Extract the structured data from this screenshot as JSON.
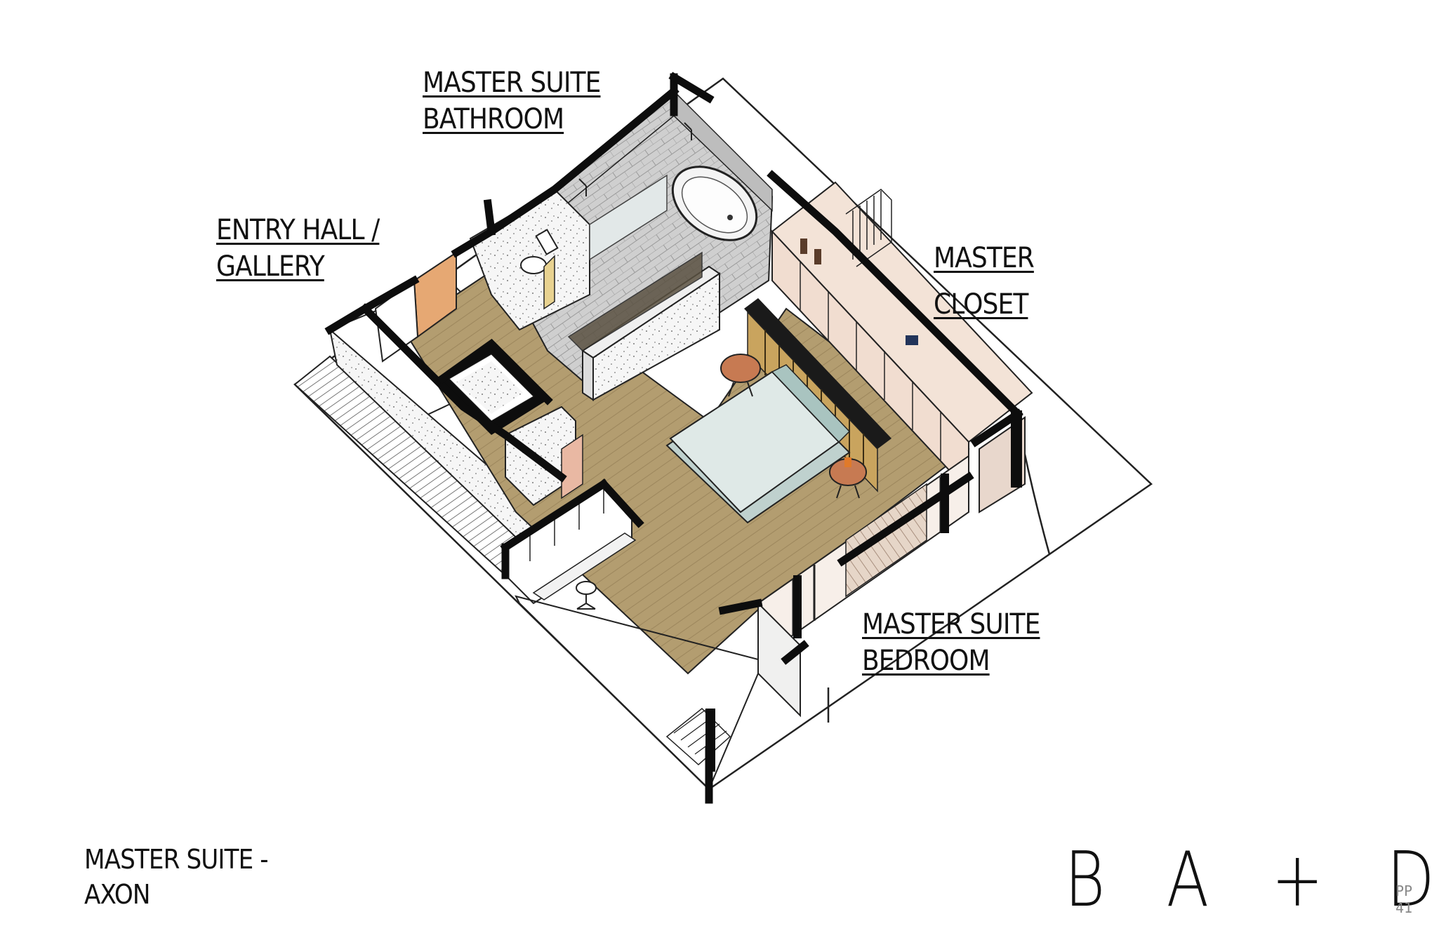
{
  "labels": {
    "bathroom": [
      "MASTER SUITE",
      "BATHROOM"
    ],
    "entry": [
      "ENTRY HALL /",
      "GALLERY"
    ],
    "closet": [
      "MASTER",
      "CLOSET"
    ],
    "bedroom": [
      "MASTER SUITE",
      "BEDROOM"
    ]
  },
  "caption": [
    "MASTER SUITE -",
    "AXON"
  ],
  "logo": [
    "B",
    "A",
    "+",
    "D"
  ],
  "page": [
    "PP",
    "41"
  ],
  "colors": {
    "wall": "#0d0d0d",
    "floor_wood": "#b49e72",
    "tile": "#c9c9c9",
    "bedding": "#dbe6e4",
    "headboard": "#c8a25c",
    "side_table": "#c77a52",
    "door": "#e3a571",
    "closet": "#f1ddd0",
    "line": "#222222"
  }
}
